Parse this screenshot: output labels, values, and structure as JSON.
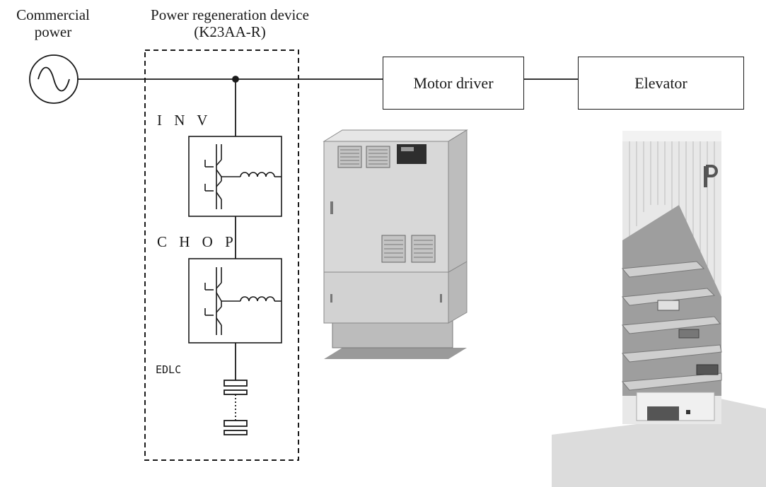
{
  "source": {
    "label_line1": "Commercial",
    "label_line2": "power"
  },
  "device": {
    "label_line1": "Power regeneration device",
    "label_line2": "(K23AA-R)"
  },
  "inv_label": "I N V",
  "chop_label": "C H O P",
  "edlc_label": "EDLC",
  "motor_driver_label": "Motor driver",
  "elevator_label": "Elevator",
  "colors": {
    "line": "#1a1a1a",
    "cabinet": "#d8d8d8",
    "background": "#ffffff"
  },
  "icons": [
    "ac-source-icon",
    "igbt-switch-icon",
    "inductor-icon",
    "capacitor-icon"
  ]
}
